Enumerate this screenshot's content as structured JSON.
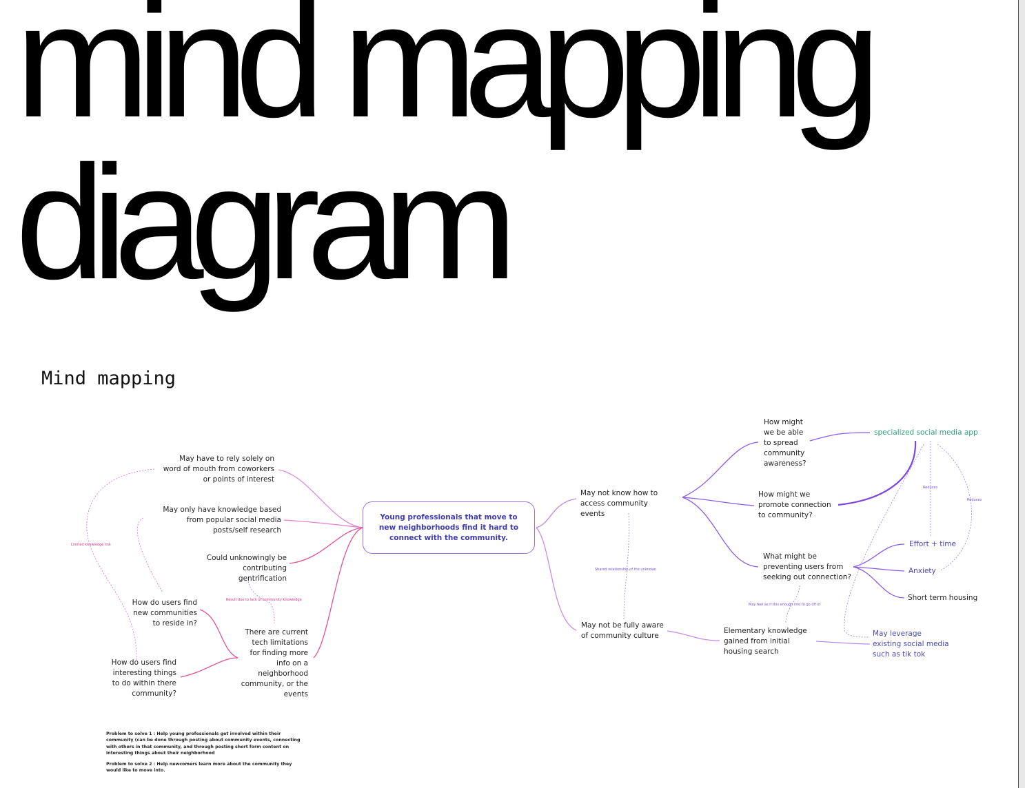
{
  "title": {
    "line1": "mind mapping",
    "line2": "diagram"
  },
  "subtitle": "Mind mapping",
  "center_node": "Young professionals that move to new neighborhoods find it hard to connect with the community.",
  "left_nodes": {
    "word_of_mouth": "May have to rely solely on word of mouth from coworkers or points of interest",
    "social_posts": "May only have knowledge based from popular social media posts/self research",
    "gentrification": "Could unknowingly be contributing gentrification",
    "find_communities": "How do users find new communities to reside in?",
    "find_things": "How do users find interesting things to do within there community?",
    "tech_limitations": "There are current tech limitations for finding more info on a neighborhood community, or the events"
  },
  "left_labels": {
    "limited": "Limited knowledge link",
    "result": "Result due to lack of community knowledge"
  },
  "right_nodes": {
    "access_events": "May not know how to access community events",
    "culture": "May not be fully aware of community culture",
    "spread": "How might we be able to spread community awareness?",
    "promote": "How might we promote connection to community?",
    "preventing": "What might be preventing users from seeking out connection?",
    "elementary": "Elementary knowledge gained from initial housing search",
    "social_app": "specialized social media app",
    "effort": "Effort + time",
    "anxiety": "Anxiety",
    "short_term": "Short term housing",
    "leverage": "May leverage existing social media such as tik tok"
  },
  "right_labels": {
    "shared": "Shared relationship of the unknown",
    "enough_info": "May feel as if this enough info to go off of",
    "reduces1": "Reduces",
    "reduces2": "Reduces"
  },
  "notes": {
    "problem1": "Problem to solve 1 : Help young professionals get involved within their community (can be done through posting about community events, connecting with others in that community, and through posting short form content on interesting things about their neighborhood",
    "problem2": "Problem to solve 2 : Help newcomers learn more about the community they would like to move into."
  },
  "colors": {
    "pink": "#e04f9a",
    "violet": "#8a5ae6",
    "center_text": "#3e3cb0",
    "green": "#2a9d7a"
  }
}
